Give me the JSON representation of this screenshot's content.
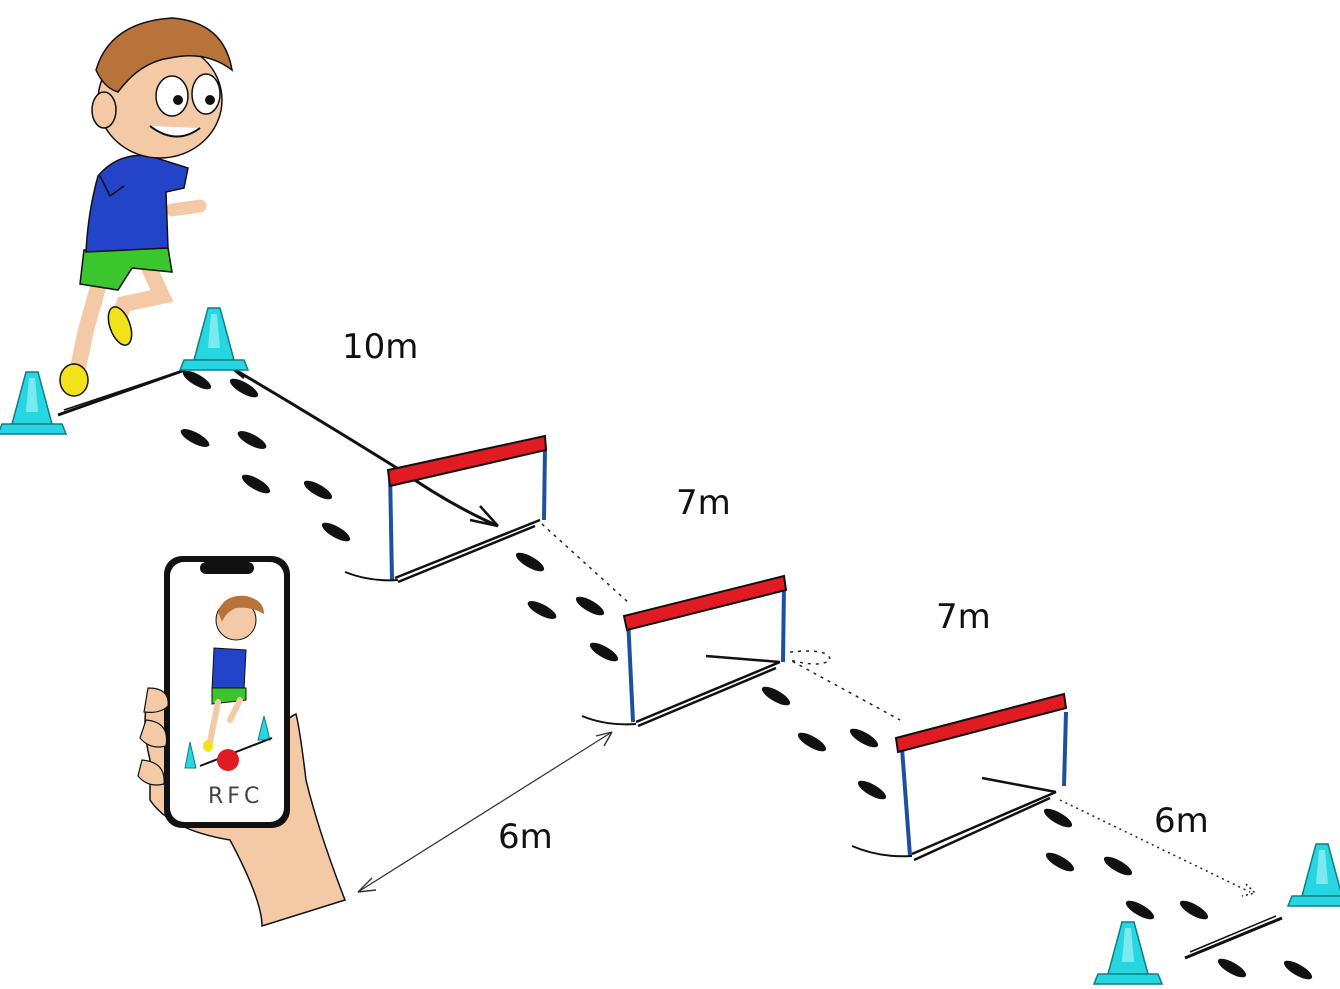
{
  "distances": {
    "start_to_hurdle1": "10m",
    "hurdle1_to_hurdle2": "7m",
    "hurdle2_to_hurdle3": "7m",
    "camera_to_hurdle2": "6m",
    "hurdle3_to_finish": "6m"
  },
  "phone": {
    "screen_label": "RFC"
  },
  "colors": {
    "cone": "#26d6e0",
    "hurdle_top": "#e11b22",
    "hurdle_post": "#1f4fa0",
    "shirt": "#2343c8",
    "shorts": "#3cc62e",
    "shoes": "#f2e21a",
    "hair": "#b8733a",
    "skin": "#f4c9a6",
    "record": "#e11b22"
  },
  "icons": [
    "cone-icon",
    "hurdle-icon",
    "footprint-icon",
    "phone-icon",
    "runner-figure"
  ]
}
